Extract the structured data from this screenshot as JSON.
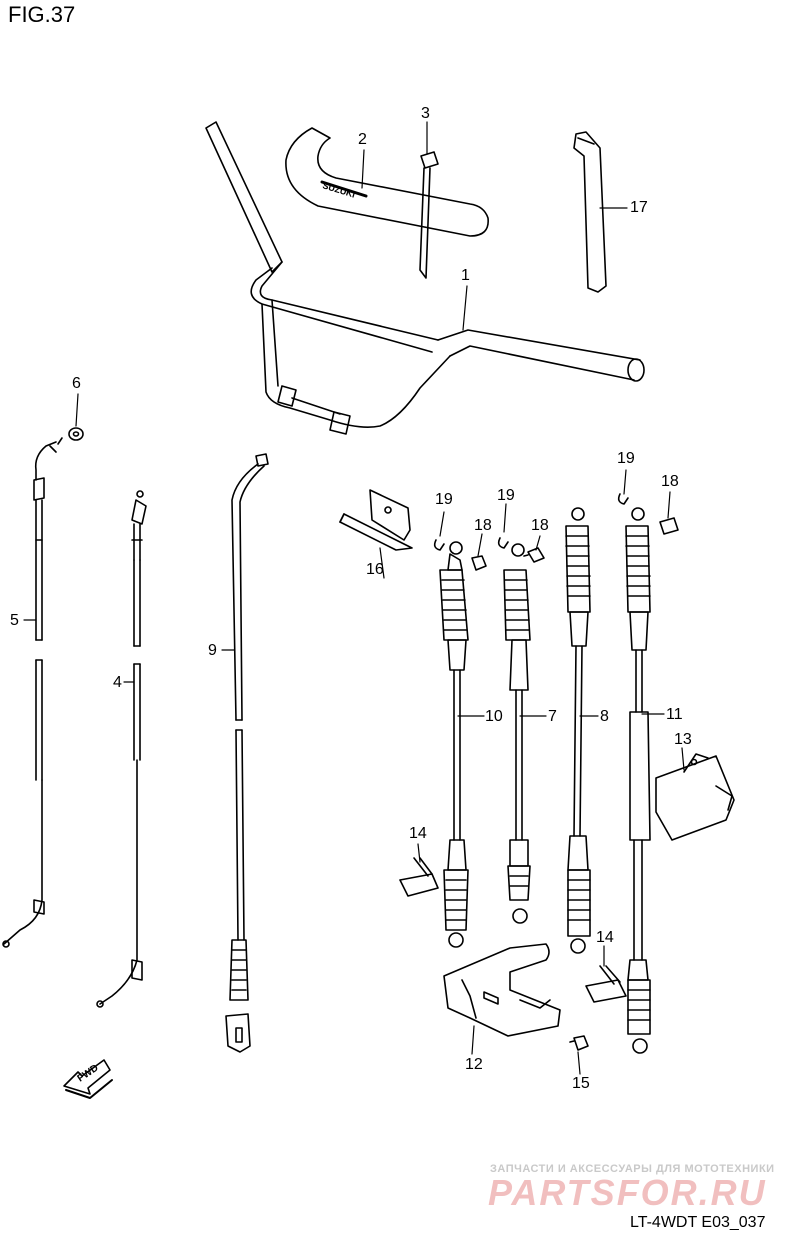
{
  "figure": {
    "title": "FIG.37",
    "code": "LT-4WDT E03_037"
  },
  "direction_marker": {
    "label": "FWD",
    "icon": "forward-arrow-icon"
  },
  "brand_on_part": "SUZUKI",
  "parts": [
    {
      "ref": "1"
    },
    {
      "ref": "2"
    },
    {
      "ref": "3"
    },
    {
      "ref": "4"
    },
    {
      "ref": "5"
    },
    {
      "ref": "6"
    },
    {
      "ref": "7"
    },
    {
      "ref": "8"
    },
    {
      "ref": "9"
    },
    {
      "ref": "10"
    },
    {
      "ref": "11"
    },
    {
      "ref": "12"
    },
    {
      "ref": "13"
    },
    {
      "ref": "14"
    },
    {
      "ref": "15"
    },
    {
      "ref": "16"
    },
    {
      "ref": "17"
    },
    {
      "ref": "18"
    },
    {
      "ref": "19"
    }
  ],
  "callouts": {
    "c1": "1",
    "c2": "2",
    "c3": "3",
    "c4": "4",
    "c5": "5",
    "c6": "6",
    "c7": "7",
    "c8": "8",
    "c9": "9",
    "c10": "10",
    "c11": "11",
    "c12": "12",
    "c13": "13",
    "c14a": "14",
    "c14b": "14",
    "c15": "15",
    "c16": "16",
    "c17": "17",
    "c18a": "18",
    "c18b": "18",
    "c18c": "18",
    "c19a": "19",
    "c19b": "19",
    "c19c": "19"
  },
  "watermark": {
    "tagline": "ЗАПЧАСТИ И АКСЕССУАРЫ ДЛЯ МОТОТЕХНИКИ",
    "logo_text": "PARTSFOR.RU",
    "color": "#d63c3c"
  }
}
